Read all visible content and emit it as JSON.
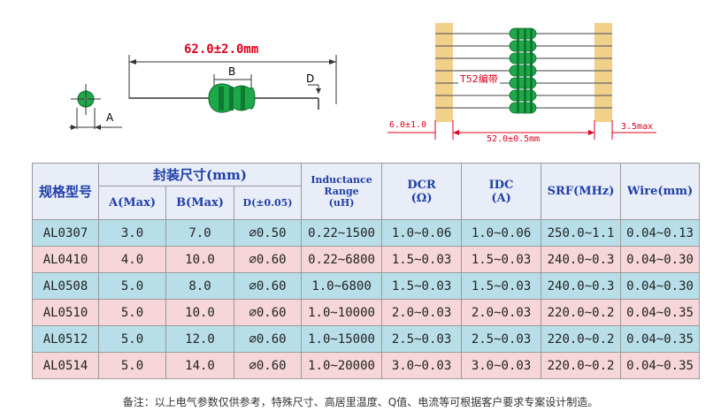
{
  "diagram_left": {
    "length_label": "62.0±2.0mm",
    "b_label": "B",
    "d_label": "D",
    "a_label": "A",
    "colors": {
      "dimension": "#e0001b",
      "body_green": "#1ea84a"
    }
  },
  "diagram_right": {
    "tape_label": "T52编带",
    "left_dim": "6.0±1.0",
    "mid_dim": "52.0±0.5mm",
    "right_dim": "3.5max",
    "colors": {
      "tape": "#f1d08a"
    }
  },
  "table": {
    "header": {
      "model": "规格型号",
      "package_size": "封装尺寸(mm)",
      "a": "A(Max)",
      "b": "B(Max)",
      "d": "D(±0.05)",
      "inductance": "Inductance",
      "range": "Range",
      "unit_uh": "(uH)",
      "dcr": "DCR",
      "dcr_unit": "(Ω)",
      "idc": "IDC",
      "idc_unit": "(A)",
      "srf": "SRF(MHz)",
      "wire": "Wire(mm)"
    },
    "rows": [
      [
        "AL0307",
        "3.0",
        "7.0",
        "⌀0.50",
        "0.22~1500",
        "1.0~0.06",
        "1.0~0.06",
        "250.0~1.1",
        "0.04~0.13"
      ],
      [
        "AL0410",
        "4.0",
        "10.0",
        "⌀0.60",
        "0.22~6800",
        "1.5~0.03",
        "1.5~0.03",
        "240.0~0.3",
        "0.04~0.30"
      ],
      [
        "AL0508",
        "5.0",
        "8.0",
        "⌀0.60",
        "1.0~6800",
        "1.5~0.03",
        "1.5~0.03",
        "240.0~0.3",
        "0.04~0.30"
      ],
      [
        "AL0510",
        "5.0",
        "10.0",
        "⌀0.60",
        "1.0~10000",
        "2.0~0.03",
        "2.0~0.03",
        "220.0~0.2",
        "0.04~0.35"
      ],
      [
        "AL0512",
        "5.0",
        "12.0",
        "⌀0.60",
        "1.0~15000",
        "2.5~0.03",
        "2.5~0.03",
        "220.0~0.2",
        "0.04~0.35"
      ],
      [
        "AL0514",
        "5.0",
        "14.0",
        "⌀0.60",
        "1.0~20000",
        "3.0~0.03",
        "3.0~0.03",
        "220.0~0.2",
        "0.04~0.35"
      ]
    ],
    "colors": {
      "header_text": "#1f3fa8",
      "row_blue": "#b8dfe9",
      "row_pink": "#f6d6d8"
    }
  },
  "note": "备注：以上电气参数仅供参考，特殊尺寸、高居里温度、Q值、电流等可根据客户要求专案设计制造。"
}
